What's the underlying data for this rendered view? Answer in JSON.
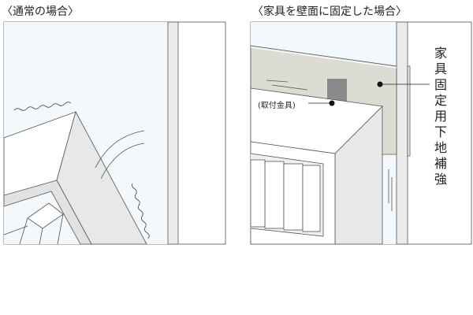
{
  "panels": [
    {
      "title": "〈通常の場合〉"
    },
    {
      "title": "〈家具を壁面に固定した場合〉",
      "callout_bracket": "(取付金具)",
      "callout_reinforcement": "家具固定用下地補強"
    }
  ],
  "colors": {
    "wall": "#f2f8fb",
    "pillar": "#ebebeb",
    "reinforcement": "#dcdcd4",
    "bracket": "#8a8a8a",
    "furniture_side": "#e8e8e8"
  }
}
